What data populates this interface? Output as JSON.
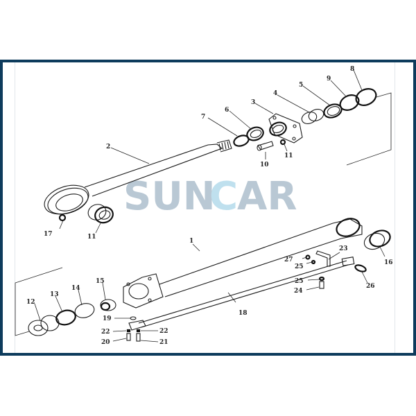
{
  "watermark": {
    "text_a": "SUN",
    "text_c": "C",
    "text_b": "AR",
    "color_main": "#b9c8d4",
    "color_accent": "#bfe0ee"
  },
  "frame": {
    "border_color": "#0d3b5c"
  },
  "parts": [
    {
      "id": "1",
      "label": "1",
      "name": "cylinder-tube"
    },
    {
      "id": "2",
      "label": "2",
      "name": "piston-rod"
    },
    {
      "id": "3",
      "label": "3",
      "name": "cylinder-head"
    },
    {
      "id": "4",
      "label": "4",
      "name": "bushing"
    },
    {
      "id": "5",
      "label": "5",
      "name": "rod-packing"
    },
    {
      "id": "6",
      "label": "6",
      "name": "buffer-ring"
    },
    {
      "id": "7",
      "label": "7",
      "name": "snap-ring"
    },
    {
      "id": "8",
      "label": "8",
      "name": "o-ring"
    },
    {
      "id": "9",
      "label": "9",
      "name": "backup-ring"
    },
    {
      "id": "10",
      "label": "10",
      "name": "bolt"
    },
    {
      "id": "11a",
      "label": "11",
      "name": "washer"
    },
    {
      "id": "11b",
      "label": "11",
      "name": "bushing-rod-end"
    },
    {
      "id": "12",
      "label": "12",
      "name": "piston"
    },
    {
      "id": "13",
      "label": "13",
      "name": "piston-ring"
    },
    {
      "id": "14",
      "label": "14",
      "name": "wear-ring"
    },
    {
      "id": "15",
      "label": "15",
      "name": "nut"
    },
    {
      "id": "16",
      "label": "16",
      "name": "bushing-tube-end"
    },
    {
      "id": "17",
      "label": "17",
      "name": "grease-fitting"
    },
    {
      "id": "18",
      "label": "18",
      "name": "pipe"
    },
    {
      "id": "19",
      "label": "19",
      "name": "o-ring-small"
    },
    {
      "id": "20",
      "label": "20",
      "name": "bolt-small"
    },
    {
      "id": "21",
      "label": "21",
      "name": "bolt-small-2"
    },
    {
      "id": "22a",
      "label": "22",
      "name": "washer-left"
    },
    {
      "id": "22b",
      "label": "22",
      "name": "washer-right"
    },
    {
      "id": "23",
      "label": "23",
      "name": "bracket"
    },
    {
      "id": "24",
      "label": "24",
      "name": "bolt-bracket"
    },
    {
      "id": "25a",
      "label": "25",
      "name": "washer-upper"
    },
    {
      "id": "25b",
      "label": "25",
      "name": "washer-lower"
    },
    {
      "id": "26",
      "label": "26",
      "name": "clamp"
    },
    {
      "id": "27",
      "label": "27",
      "name": "nut-small"
    }
  ]
}
